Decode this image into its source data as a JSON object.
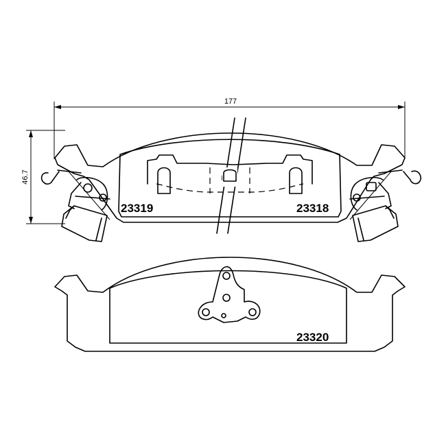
{
  "dimensions": {
    "width": "177",
    "height": "46.7"
  },
  "part_numbers": {
    "pad_top_left": "23319",
    "pad_top_right": "23318",
    "pad_bottom": "23320"
  }
}
